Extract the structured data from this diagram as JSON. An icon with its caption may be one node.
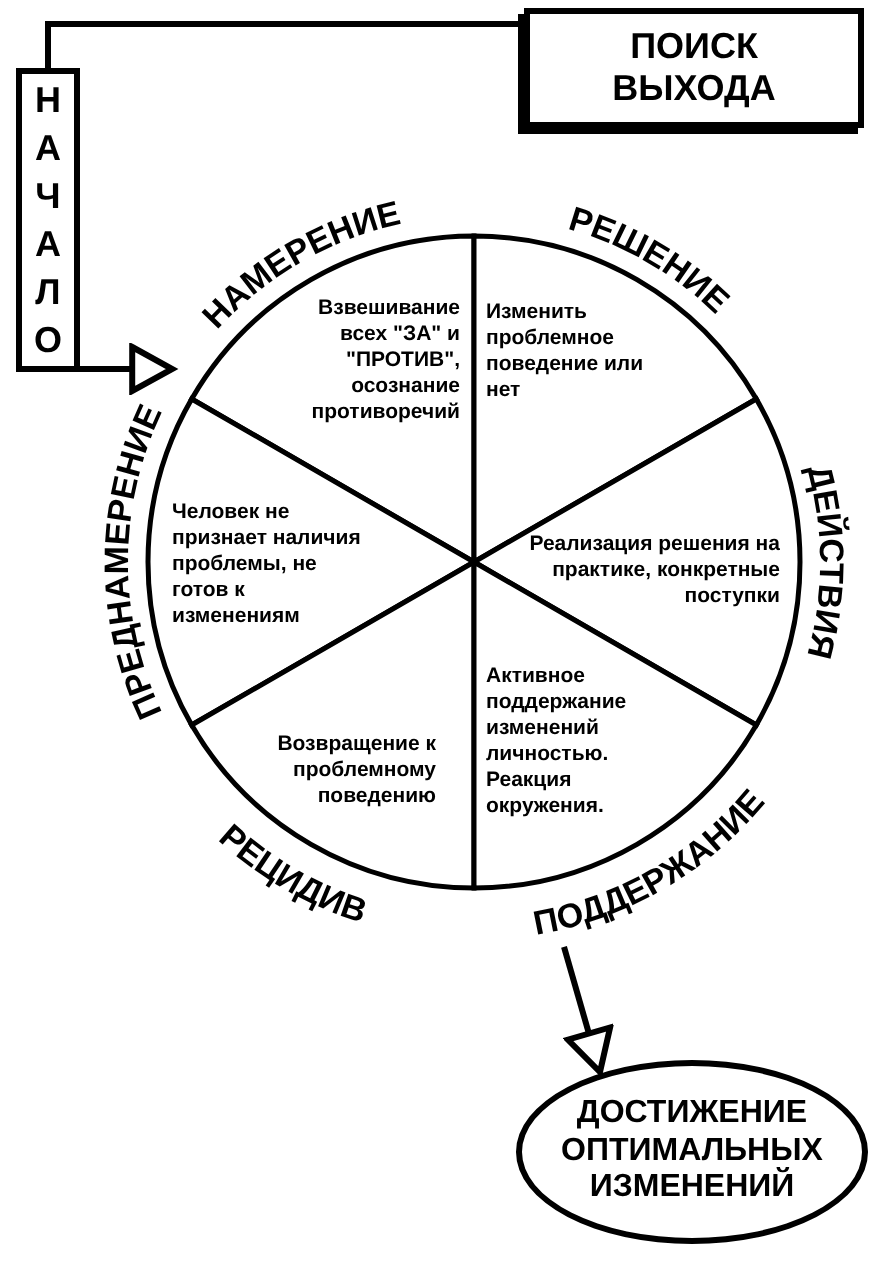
{
  "diagram": {
    "nodes": [
      {
        "text": [
          "ПОИСК ВЫХОДА"
        ]
      },
      {
        "text": [
          "НАЧАЛО"
        ]
      },
      {
        "text": [
          "НАМЕРЕНИЕ",
          "Взвешивание всех \"ЗА\" и \"ПРОТИВ\", осознание противоречий"
        ]
      },
      {
        "text": [
          "РЕШЕНИЕ",
          "Изменить проблемное поведение или нет"
        ]
      },
      {
        "text": [
          "ПРЕДНАМЕРЕНИЕ",
          "Человек не признает наличия проблемы, не готов к изменениям"
        ]
      },
      {
        "text": [
          "Реализация решения на практике, конкретные поступки",
          "ДЕЙСТВИЯ"
        ]
      },
      {
        "text": [
          "Возвращение к проблемному поведению",
          "РЕЦИДИВ"
        ]
      },
      {
        "text": [
          "Активное поддержание изменений личностью. Реакция окружения.",
          "ПОДДЕРЖАНИЕ"
        ]
      },
      {
        "text": [
          "ДОСТИЖЕНИЕ ОПТИМАЛЬНЫХ ИЗМЕНЕНИЙ"
        ]
      }
    ],
    "edges": [
      {
        "from": 0,
        "to": 1,
        "arrow": "none"
      },
      {
        "from": 1,
        "to": 4,
        "arrow": "to"
      },
      {
        "from": 7,
        "to": 8,
        "arrow": "to"
      }
    ]
  }
}
